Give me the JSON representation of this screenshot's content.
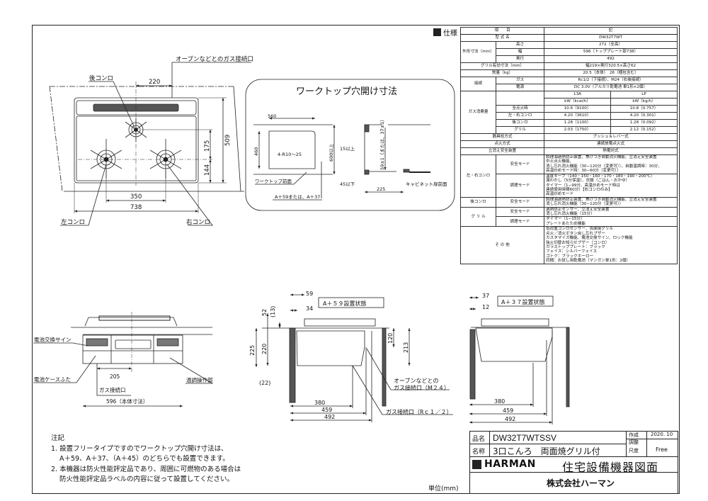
{
  "spec": {
    "section_label": "仕様",
    "header": [
      "項　　目",
      "記"
    ],
    "model_label": "型 式 名",
    "model_value": "DW32T7WT",
    "outer_dim_label": "外形寸法（mm）",
    "height_label": "高さ",
    "height_value": "272（全高）",
    "width_label": "幅",
    "width_value": "596（トッププレート部738）",
    "depth_label": "奥行",
    "depth_value": "492",
    "grill_dim_label": "グリル有効寸法（mm）",
    "grill_dim_value": "幅219×奥行320.5×高さ62",
    "weight_label": "質量（kg）",
    "weight_value": "20.5（本体）　26（梱包含む）",
    "connection_label": "接続",
    "gas_label": "ガス",
    "gas_value": "Rc1/2（下接続）、M24（右後接続）",
    "power_label": "電源",
    "power_value": "DC 3.0V（アルカリ乾電池 単1形×2個）",
    "gas_consumption_label": "ガス消費量",
    "gas_types": [
      "13A",
      "LP"
    ],
    "units": [
      "kW（kcal/h）",
      "kW（kg/h）"
    ],
    "consumption_rows": [
      {
        "label": "全点火時",
        "a13": "10.6（9100）",
        "lp": "10.8（0.757）"
      },
      {
        "label": "左・右コンロ",
        "a13": "4.20（3610）",
        "lp": "4.20（0.301）"
      },
      {
        "label": "後コンロ",
        "a13": "1.28（1100）",
        "lp": "1.28（0.092）"
      },
      {
        "label": "グリル",
        "a13": "2.03（1750）",
        "lp": "2.12（0.152）"
      }
    ],
    "valve_label": "器具栓方式",
    "valve_value": "プッシュ＆レバー式",
    "ignition_label": "点火方式",
    "ignition_value": "連続放電点火式",
    "flameout_label": "立消え安全装置",
    "flameout_value": "熱電対式",
    "lr_burner_label": "左・右コンロ",
    "rear_burner_label": "後コンロ",
    "grill_label": "グ リ ル",
    "safety_mode": "安全モード",
    "cooking_mode": "調理モード",
    "lr_safety": [
      "調理油過熱防止装置、焦げつき自動消火機能、立消え安全装置",
      "中火点火機能、",
      "消し忘れ消火機能（30−120分（変更可））、自動温調時：30分、",
      "高温炒めモード時：30−60分（変更可））"
    ],
    "lr_cooking": [
      "温度キープ（140・150・160・170・180・190・200℃）",
      "湯わかし（5分保温）、炊飯（ごはん・おかゆ）",
      "タイマー（1−99分、高温炒めモード時は",
      "連続使用時間60分）【右コンロのみ】",
      "高温炒めモード"
    ],
    "rear_safety": [
      "調理油過熱防止装置、焦げつき自動消火機能、立消え安全装置",
      "消し忘れ消火機能（30−120分（変更可））"
    ],
    "grill_safety": [
      "過熱防止センサー、立消え安全装置",
      "消し忘れ消火機能（15分）"
    ],
    "grill_cooking": [
      "タイマー（1−15分）",
      "プレートあたため機能"
    ],
    "other_label": "そ の 他",
    "other_values": [
      "低荷重コンロセンサー、両面焼グリル",
      "点火／消火ボタン戻し忘れブザー",
      "カスタマイズ機能、電池交換サイン、ロック機能",
      "強火切替お知らせブザー（コンロ）",
      "ガラストッププレート：ブラック",
      "フェイス：シルバーフェイス",
      "ゴトク：ブラックホーロー",
      "同梱：お試し用乾電池（マンガン単1形：2個）"
    ]
  },
  "top_view": {
    "oven_gas": "オーブンなどとのガス接続口",
    "rear_burner": "後コンロ",
    "left_burner": "左コンロ",
    "right_burner": "右コンロ",
    "dims": {
      "d220": "220",
      "d350": "350",
      "d738": "738",
      "d509": "509",
      "d175": "175",
      "d144": "144"
    }
  },
  "cutout": {
    "title": "ワークトップ穴開け寸法",
    "w560": "560",
    "h460": "460",
    "d600": "600以上",
    "radius": "4-R10〜25",
    "worktop_front": "ワークトップ前面",
    "a_note": "A＋59または、A＋37",
    "d15": "15以上",
    "d45": "45以下",
    "d59": "59±1（または、37±1）",
    "d225": "225",
    "cabinet_front": "キャビネット扉前面"
  },
  "front_view": {
    "battery_sign": "電池交換サイン",
    "battery_cover": "電池ケースふた",
    "gas_port": "ガス接続口",
    "temp_control": "温調操作部",
    "d205": "205",
    "d596": "596（本体寸法）"
  },
  "side59": {
    "title": "A＋５９設置状態",
    "d59": "59",
    "d34": "34",
    "d52": "52",
    "d13": "(13)",
    "d220": "220",
    "d225": "225",
    "d22": "(22)",
    "d120": "120",
    "d213": "213",
    "d380": "380",
    "d459": "459",
    "d492": "492",
    "oven_gas": [
      "オーブンなどとの",
      "ガス接続口（M２４）"
    ],
    "gas_rc": "ガス接続口（Rｃ１／２）"
  },
  "side37": {
    "title": "A＋３７設置状態",
    "d37": "37",
    "d12": "12",
    "d380": "380",
    "d459": "459",
    "d492": "492"
  },
  "notes": {
    "title": "注記",
    "lines": [
      "1. 設置フリータイプですのでワークトップ穴開け寸法は、",
      "A＋59、A＋37、（A＋45）のどちらでも設置できます。",
      "2. 本機器は防火性能評定品であり、周囲に可燃物のある場合は",
      "防火性能評定品ラベルの内容に従って設置してください。"
    ]
  },
  "unit": "単位(mm)",
  "title_block": {
    "part_label": "品名",
    "part_value": "DW32T7WTSSV",
    "name_label": "名称",
    "name_value": "3口こんろ　両面焼グリル付",
    "made_label": "作成",
    "made_value": "2020. 10",
    "adjust_label": "調整",
    "scale_label": "尺度",
    "scale_value": "Free",
    "brand": "HARMAN",
    "doc_title": "住宅設備機器図面",
    "company": "株式会社ハーマン"
  }
}
